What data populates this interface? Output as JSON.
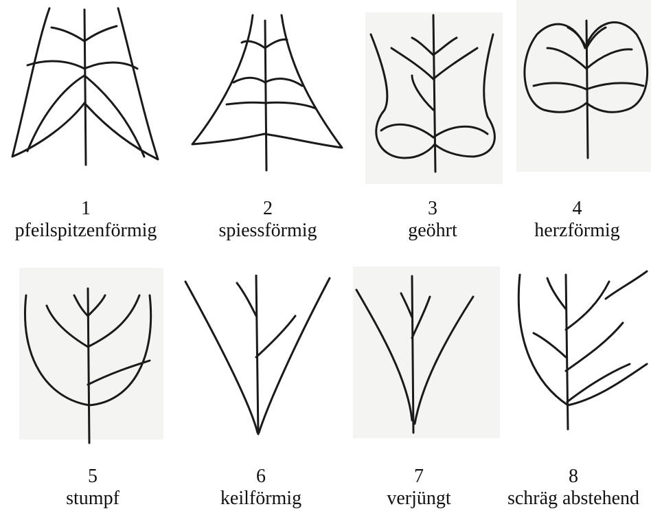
{
  "figures": [
    {
      "number": "1",
      "name": "pfeilspitzenförmig"
    },
    {
      "number": "2",
      "name": "spiessförmig"
    },
    {
      "number": "3",
      "name": "geöhrt"
    },
    {
      "number": "4",
      "name": "herzförmig"
    },
    {
      "number": "5",
      "name": "stumpf"
    },
    {
      "number": "6",
      "name": "keilförmig"
    },
    {
      "number": "7",
      "name": "verjüngt"
    },
    {
      "number": "8",
      "name": "schräg abstehend"
    }
  ],
  "colors": {
    "line": "#1a1a1a",
    "background": "#ffffff",
    "panel_tint": "#f4f4f2"
  }
}
